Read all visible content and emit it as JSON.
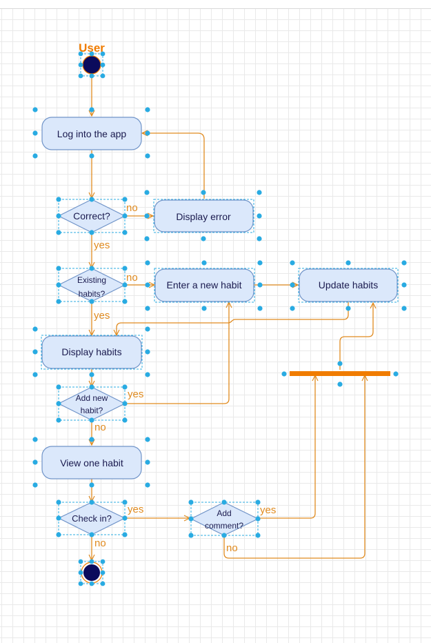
{
  "diagram": {
    "actor_label": "User",
    "nodes": {
      "login": "Log into the app",
      "correct": "Correct?",
      "display_error": "Display error",
      "existing": [
        "Existing",
        "habits?"
      ],
      "enter_habit": "Enter a new habit",
      "update_habits": "Update habits",
      "display_habits": "Display habits",
      "add_new": [
        "Add new",
        "habit?"
      ],
      "view_one": "View one habit",
      "check_in": "Check in?",
      "add_comment": [
        "Add",
        "comment?"
      ]
    },
    "edge_labels": {
      "correct_no": "no",
      "correct_yes": "yes",
      "existing_no": "no",
      "existing_yes": "yes",
      "add_new_yes": "yes",
      "add_new_no": "no",
      "check_in_yes": "yes",
      "check_in_no": "no",
      "comment_yes": "yes",
      "comment_no": "no"
    },
    "colors": {
      "node_fill": "#dbe8fb",
      "node_stroke": "#6f93c8",
      "edge": "#e08a1e",
      "handle": "#29abe2",
      "start_fill": "#0b0b5c",
      "fork_bar": "#f07c00"
    }
  }
}
